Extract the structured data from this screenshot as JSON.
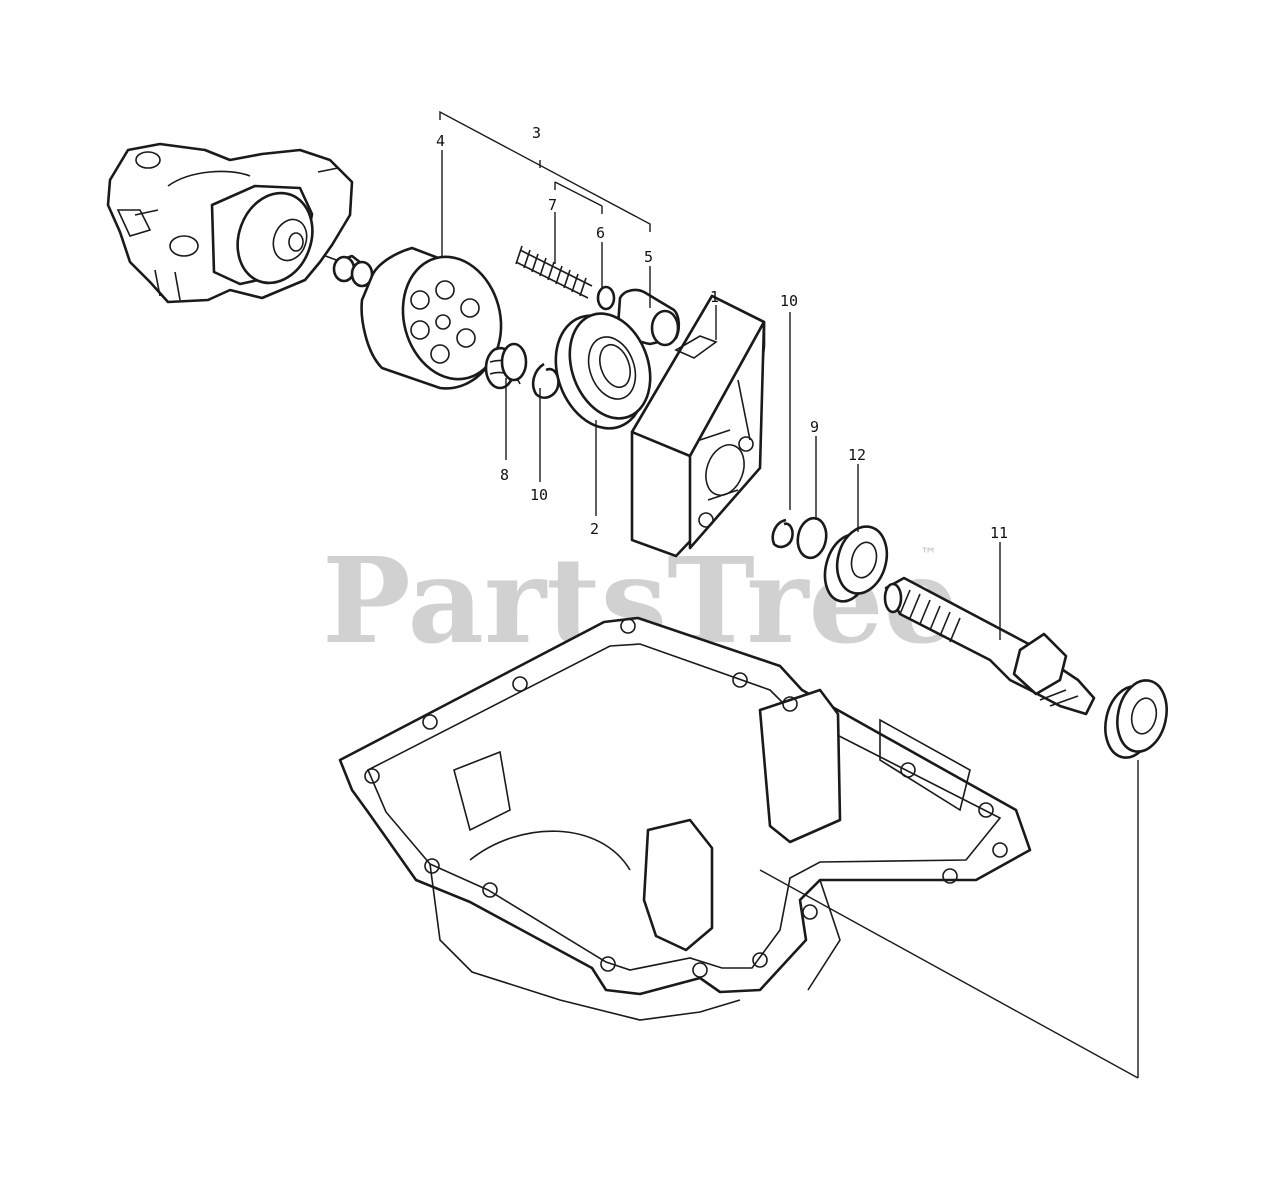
{
  "watermark": {
    "brand": "PartsTree",
    "trademark": "™"
  },
  "callouts": {
    "c1": "1",
    "c2": "2",
    "c3": "3",
    "c4": "4",
    "c5": "5",
    "c6": "6",
    "c7": "7",
    "c8": "8",
    "c9": "9",
    "c10a": "10",
    "c10b": "10",
    "c11": "11",
    "c12": "12"
  }
}
